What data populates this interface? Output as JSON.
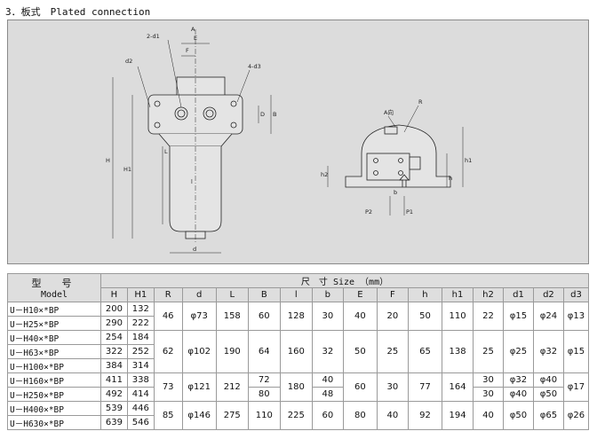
{
  "heading": "3．板式　Plated connection",
  "drawing_labels": {
    "A": "A",
    "E": "E",
    "F": "F",
    "two_d1": "2-d1",
    "d2": "d2",
    "four_d3": "4-d3",
    "D": "D",
    "B": "B",
    "H": "H",
    "H1": "H1",
    "L": "L",
    "l": "l",
    "d": "d",
    "A_view": "A向",
    "R": "R",
    "h1": "h1",
    "h": "h",
    "h2": "h2",
    "b": "b",
    "P2": "P2",
    "P1": "P1"
  },
  "table": {
    "model_cn": "型　号",
    "model_en": "Model",
    "size_caption": "尺　寸 Size （mm）",
    "columns": [
      "H",
      "H1",
      "R",
      "d",
      "L",
      "B",
      "l",
      "b",
      "E",
      "F",
      "h",
      "h1",
      "h2",
      "d1",
      "d2",
      "d3"
    ],
    "rows": [
      {
        "model": "U－H10×*BP",
        "H": "200",
        "H1": "132"
      },
      {
        "model": "U－H25×*BP",
        "H": "290",
        "H1": "222"
      },
      {
        "model": "U－H40×*BP",
        "H": "254",
        "H1": "184"
      },
      {
        "model": "U－H63×*BP",
        "H": "322",
        "H1": "252"
      },
      {
        "model": "U－H100×*BP",
        "H": "384",
        "H1": "314"
      },
      {
        "model": "U－H160×*BP",
        "H": "411",
        "H1": "338"
      },
      {
        "model": "U－H250×*BP",
        "H": "492",
        "H1": "414"
      },
      {
        "model": "U－H400×*BP",
        "H": "539",
        "H1": "446"
      },
      {
        "model": "U－H630×*BP",
        "H": "639",
        "H1": "546"
      }
    ],
    "groups": [
      {
        "R": "46",
        "d": "φ73",
        "L": "158",
        "B": "60",
        "l": "128",
        "b": "30",
        "E": "40",
        "F": "20",
        "h": "50",
        "h1": "110",
        "h2": "22",
        "d1": "φ15",
        "d2": "φ24",
        "d3": "φ13"
      },
      {
        "R": "62",
        "d": "φ102",
        "L": "190",
        "B": "64",
        "l": "160",
        "b": "32",
        "E": "50",
        "F": "25",
        "h": "65",
        "h1": "138",
        "h2": "25",
        "d1": "φ25",
        "d2": "φ32",
        "d3": "φ15"
      },
      {
        "R": "73",
        "d": "φ121",
        "L": "212",
        "B_a": "72",
        "B_b": "80",
        "l": "180",
        "b_a": "40",
        "b_b": "48",
        "E": "60",
        "F": "30",
        "h": "77",
        "h1": "164",
        "h2_a": "30",
        "h2_b": "30",
        "d1_a": "φ32",
        "d1_b": "φ40",
        "d2_a": "φ40",
        "d2_b": "φ50",
        "d3": "φ17"
      },
      {
        "R": "85",
        "d": "φ146",
        "L": "275",
        "B": "110",
        "l": "225",
        "b": "60",
        "E": "80",
        "F": "40",
        "h": "92",
        "h1": "194",
        "h2": "40",
        "d1": "φ50",
        "d2": "φ65",
        "d3": "φ26"
      }
    ]
  }
}
